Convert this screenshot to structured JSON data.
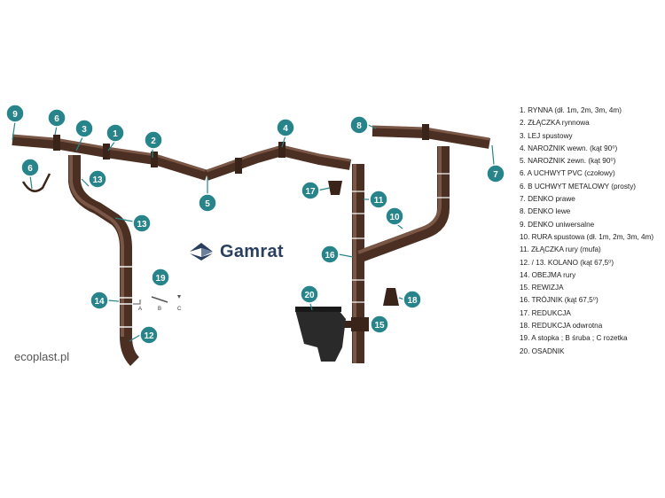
{
  "brand": {
    "name": "Gamrat",
    "website": "ecoplast.pl"
  },
  "callouts": [
    "9",
    "6",
    "3",
    "1",
    "2",
    "4",
    "5",
    "6",
    "13",
    "13",
    "14",
    "19",
    "12",
    "8",
    "7",
    "17",
    "11",
    "10",
    "16",
    "20",
    "18",
    "15"
  ],
  "fastening": {
    "a": "A",
    "b": "B",
    "c": "C"
  },
  "legend": [
    "1. RYNNA (dł. 1m, 2m, 3m, 4m)",
    "2. ZŁĄCZKA rynnowa",
    "3. LEJ spustowy",
    "4. NAROŻNIK wewn. (kąt 90⁰)",
    "5. NAROŻNIK zewn. (kąt 90⁰)",
    "6. A UCHWYT PVC (czołowy)",
    "6. B UCHWYT METALOWY (prosty)",
    "7. DENKO prawe",
    "8. DENKO lewe",
    "9. DENKO uniwersalne",
    "10. RURA spustowa (dł. 1m, 2m, 3m, 4m)",
    "11. ZŁĄCZKA rury (mufa)",
    "12. / 13. KOLANO (kąt 67,5⁰)",
    "14. OBEJMA rury",
    "15. REWIZJA",
    "16. TRÓJNIK (kąt 67,5⁰)",
    "17. REDUKCJA",
    "18. REDUKCJA odwrotna",
    "19. A stopka ; B śruba ; C rozetka",
    "20. OSADNIK"
  ],
  "colors": {
    "pipe": "#4a2f22",
    "pipe_highlight": "#7a5646",
    "badge": "#27848a",
    "logo": "#2a3f5f"
  }
}
